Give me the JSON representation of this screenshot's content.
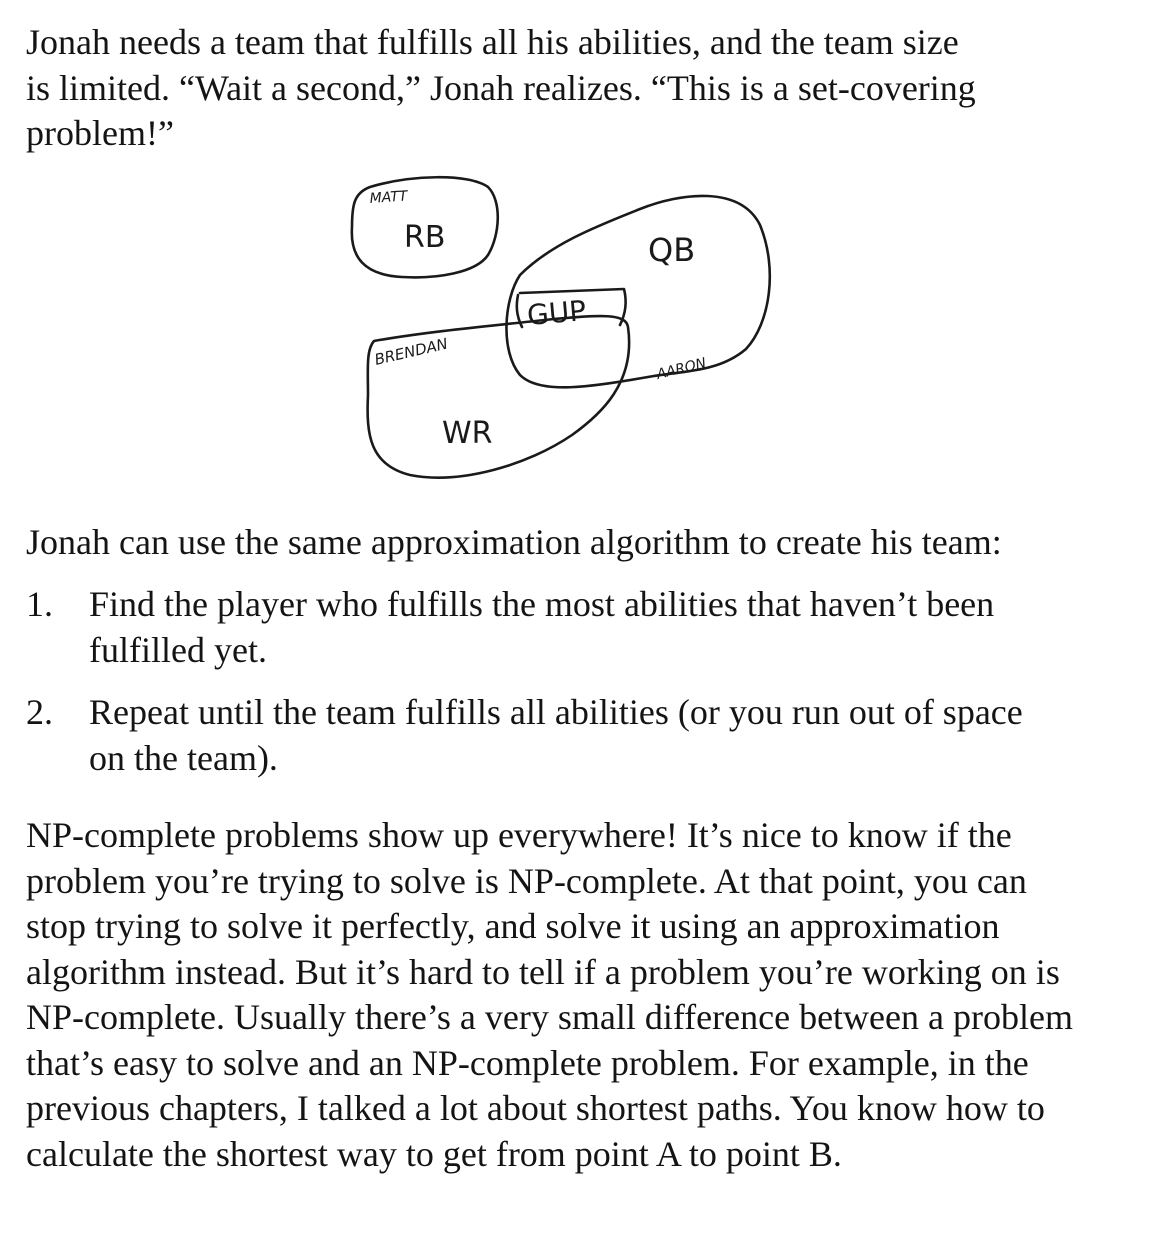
{
  "intro": {
    "lines": [
      "Jonah needs a team that fulfills all his abilities, and the team size",
      "is limited. “Wait a second,” Jonah realizes. “This is a set-covering",
      "problem!”"
    ]
  },
  "diagram": {
    "players": {
      "matt": "MATT",
      "brendan": "BRENDAN",
      "aaron": "AARON"
    },
    "abilities": {
      "rb": "RB",
      "qb": "QB",
      "wr": "WR",
      "gup": "GUP"
    }
  },
  "lead": "Jonah can use the same approximation algorithm to create his team:",
  "steps": [
    {
      "number": "1.",
      "lines": [
        "Find the player who fulfills the most abilities that haven’t been",
        "fulfilled yet."
      ]
    },
    {
      "number": "2.",
      "lines": [
        "Repeat until the team fulfills all abilities (or you run out of space",
        "on the team)."
      ]
    }
  ],
  "closing": {
    "lines": [
      "NP-complete problems show up everywhere! It’s nice to know if the",
      "problem you’re trying to solve is NP-complete. At that point, you can",
      "stop trying to solve it perfectly, and solve it using an approximation",
      "algorithm instead. But it’s hard to tell if a problem you’re working on is",
      "NP-complete. Usually there’s a very small difference between a problem",
      "that’s easy to solve and an NP-complete problem. For example, in the",
      "previous chapters, I talked a lot about shortest paths. You know how to",
      "calculate the shortest way to get from point A to point B."
    ]
  }
}
